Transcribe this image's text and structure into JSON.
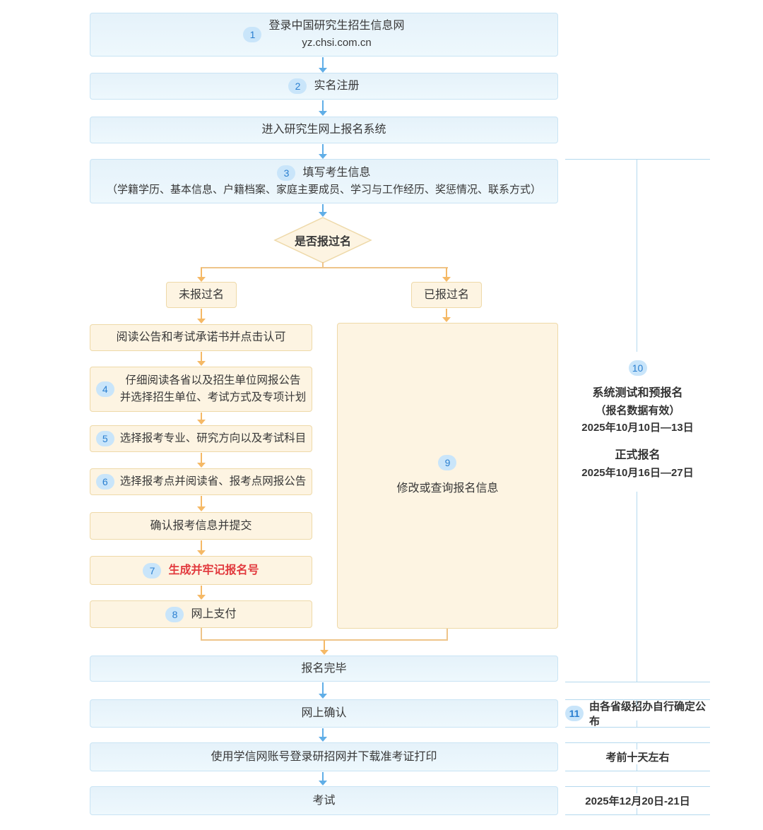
{
  "colors": {
    "blue_box_bg": "#eaf5fc",
    "blue_box_border": "#c9e4f4",
    "cream_box_bg": "#fdf4e2",
    "cream_box_border": "#eed9a8",
    "badge_bg": "#c9e5fa",
    "badge_text": "#2a7fd0",
    "blue_arrow": "#60aee7",
    "orange_arrow": "#f5b966",
    "bracket_line": "#b4d9ee",
    "text": "#383838",
    "highlight_red": "#e23a3e"
  },
  "steps": {
    "login": {
      "num": "1",
      "line1": "登录中国研究生招生信息网",
      "line2": "yz.chsi.com.cn"
    },
    "register": {
      "num": "2",
      "label": "实名注册"
    },
    "enter_system": {
      "label": "进入研究生网上报名系统"
    },
    "fill_info": {
      "num": "3",
      "title": "填写考生信息",
      "detail": "（学籍学历、基本信息、户籍档案、家庭主要成员、学习与工作经历、奖惩情况、联系方式）"
    },
    "decision": {
      "label": "是否报过名"
    },
    "branch_not_registered": {
      "label": "未报过名"
    },
    "branch_registered": {
      "label": "已报过名"
    },
    "read_notice": {
      "label": "阅读公告和考试承诺书并点击认可"
    },
    "read_province_notice": {
      "num": "4",
      "line1": "仔细阅读各省以及招生单位网报公告",
      "line2": "并选择招生单位、考试方式及专项计划"
    },
    "choose_major": {
      "num": "5",
      "label": "选择报考专业、研究方向以及考试科目"
    },
    "choose_site": {
      "num": "6",
      "label": "选择报考点并阅读省、报考点网报公告"
    },
    "confirm_submit": {
      "label": "确认报考信息并提交"
    },
    "generate_number": {
      "num": "7",
      "label": "生成并牢记报名号"
    },
    "pay_online": {
      "num": "8",
      "label": "网上支付"
    },
    "modify_query": {
      "num": "9",
      "label": "修改或查询报名信息"
    },
    "finished": {
      "label": "报名完毕"
    },
    "online_confirm": {
      "label": "网上确认"
    },
    "download_ticket": {
      "label": "使用学信网账号登录研招网并下载准考证打印"
    },
    "exam": {
      "label": "考试"
    }
  },
  "annotations": {
    "note10": {
      "num": "10",
      "phase1_title": "系统测试和预报名",
      "phase1_note": "（报名数据有效）",
      "phase1_date": "2025年10月10日—13日",
      "phase2_title": "正式报名",
      "phase2_date": "2025年10月16日—27日"
    },
    "note11": {
      "num": "11",
      "label": "由各省级招办自行确定公布"
    },
    "note_ticket": {
      "label": "考前十天左右"
    },
    "note_exam_date": {
      "label": "2025年12月20日-21日"
    }
  }
}
